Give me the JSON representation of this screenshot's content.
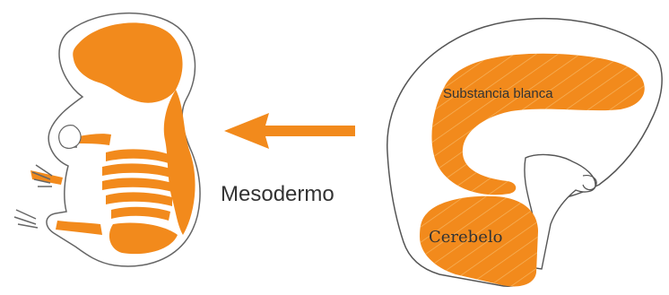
{
  "labels": {
    "arrow_label": "Mesodermo",
    "white_matter": "Substancia blanca",
    "cerebellum": "Cerebelo"
  },
  "colors": {
    "tissue": "#f28a1c",
    "tissue_line": "#f6b45e",
    "outline": "#555555",
    "skin": "#ffffff",
    "background": "#ffffff"
  }
}
